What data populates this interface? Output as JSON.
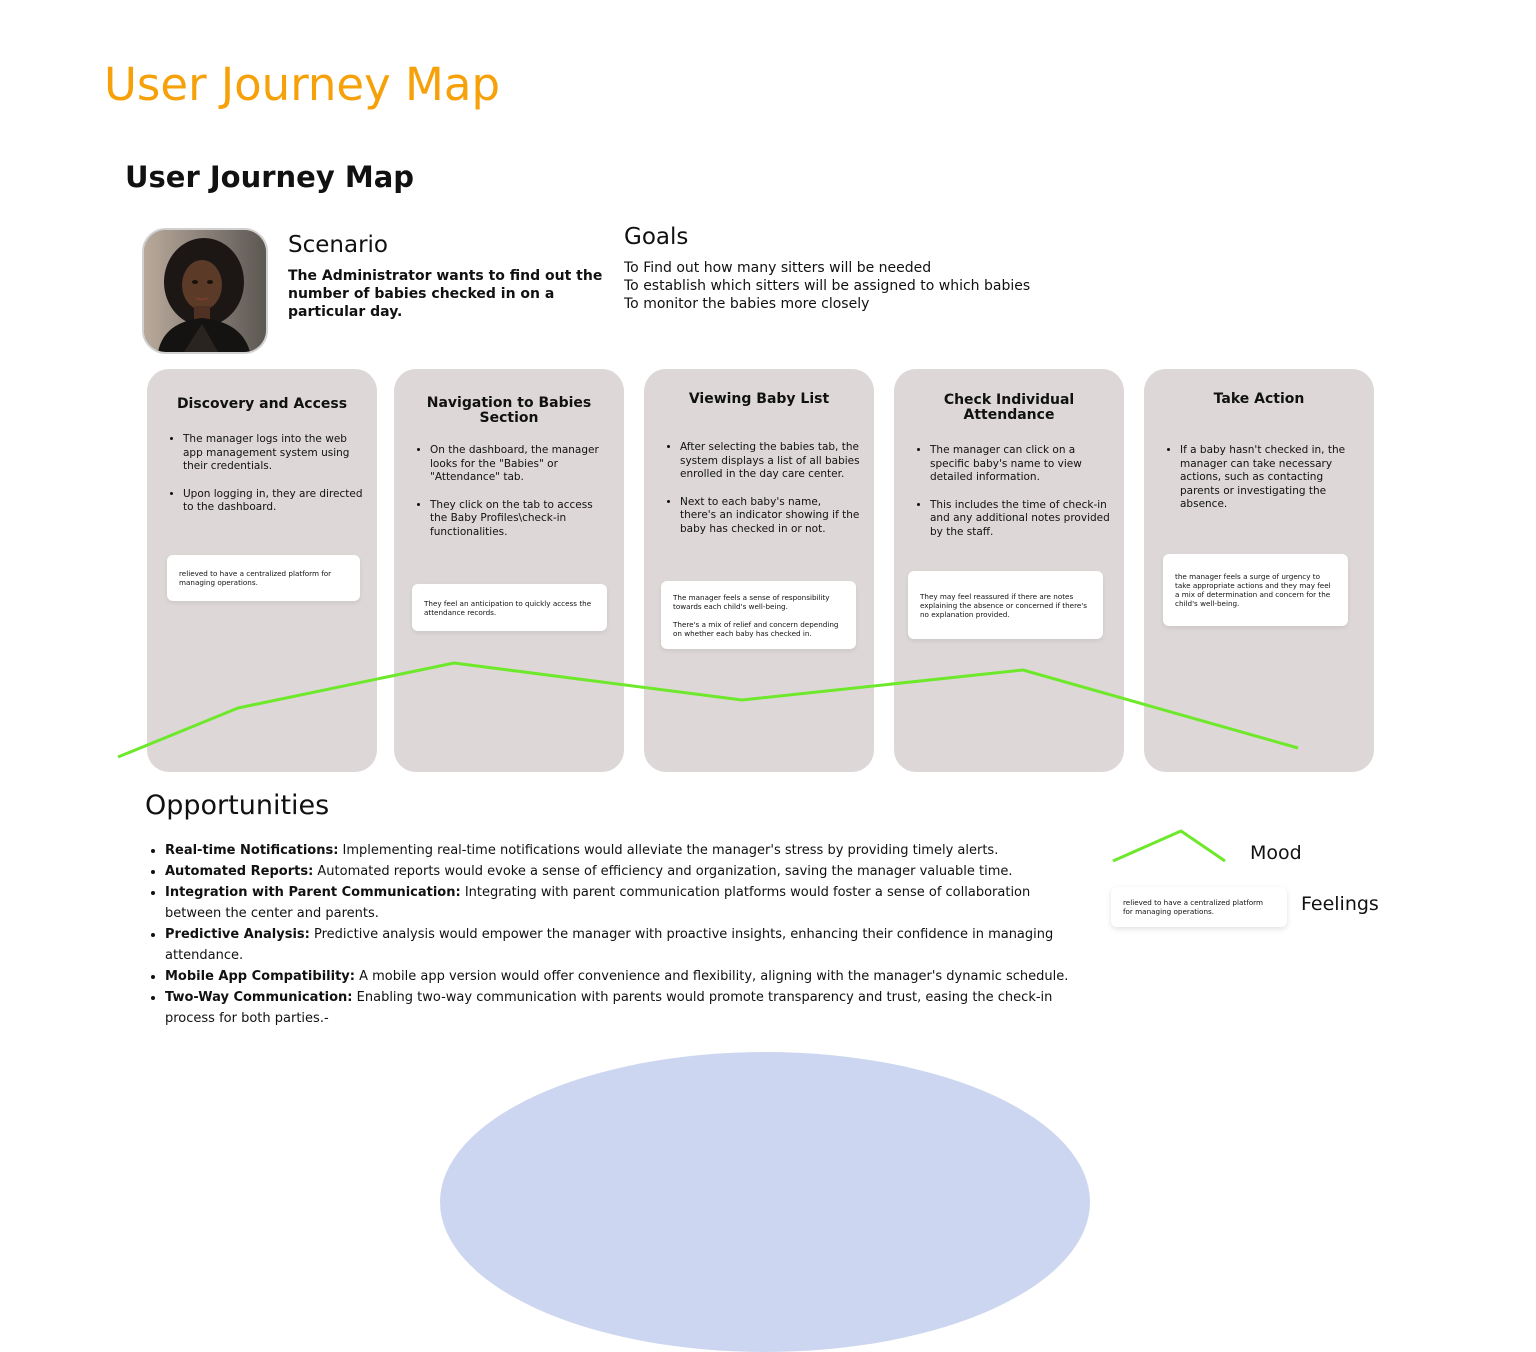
{
  "header": {
    "main_title": "User Journey Map",
    "subtitle": "User Journey Map"
  },
  "persona": {
    "avatar_icon": "woman-portrait-photo"
  },
  "scenario": {
    "heading": "Scenario",
    "text": "The Administrator wants to find out the number of babies checked in on a particular day."
  },
  "goals": {
    "heading": "Goals",
    "items": [
      "To Find out how many sitters will be needed",
      "To establish which sitters will be assigned to which babies",
      "To monitor the babies more closely"
    ]
  },
  "stages": [
    {
      "title": "Discovery and Access",
      "bullets": [
        "The manager logs into the web app management system using their credentials.",
        "Upon logging in, they are directed to the dashboard."
      ],
      "feelings": [
        "relieved to have a centralized platform for managing operations."
      ]
    },
    {
      "title": "Navigation to Babies Section",
      "bullets": [
        "On the dashboard, the manager looks for the \"Babies\" or \"Attendance\" tab.",
        "They click on the tab to access the Baby Profiles\\check-in functionalities."
      ],
      "feelings": [
        "They feel an anticipation to quickly access the attendance records."
      ]
    },
    {
      "title": "Viewing Baby List",
      "bullets": [
        "After selecting the babies tab, the system displays a list of all babies enrolled in the day care center.",
        "Next to each baby's name, there's an indicator showing if the baby has checked in or not."
      ],
      "feelings": [
        "The manager feels a sense of responsibility towards each child's well-being.",
        "There's a mix of relief and concern depending on whether each baby has checked in."
      ]
    },
    {
      "title": "Check Individual Attendance",
      "bullets": [
        "The manager can click on a specific baby's name to view detailed information.",
        "This includes the time of check-in and any additional notes provided by the staff."
      ],
      "feelings": [
        "They may feel reassured if there are notes explaining the absence or concerned if there's no explanation provided."
      ]
    },
    {
      "title": "Take Action",
      "bullets": [
        "If a baby hasn't checked in, the manager can take necessary actions, such as contacting parents or investigating the absence."
      ],
      "feelings": [
        "the manager feels a surge of urgency to take appropriate actions and they may feel a mix of determination and concern for the child's well-being."
      ]
    }
  ],
  "mood_line": {
    "color": "#6ee82a"
  },
  "opportunities": {
    "heading": "Opportunities",
    "items": [
      {
        "label": "Real-time Notifications:",
        "text": " Implementing real-time notifications would alleviate the manager's stress by providing timely alerts."
      },
      {
        "label": "Automated Reports:",
        "text": " Automated reports would evoke a sense of efficiency and organization, saving the manager valuable time."
      },
      {
        "label": "Integration with Parent Communication:",
        "text": " Integrating with parent communication platforms would foster a sense of collaboration between the center and parents."
      },
      {
        "label": "Predictive Analysis:",
        "text": " Predictive analysis would empower the manager with proactive insights, enhancing their confidence in managing attendance."
      },
      {
        "label": "Mobile App Compatibility:",
        "text": " A mobile app version would offer convenience and flexibility, aligning with the manager's dynamic schedule."
      },
      {
        "label": "Two-Way Communication:",
        "text": " Enabling two-way communication with parents would promote transparency and trust, easing the check-in process for both parties.-"
      }
    ]
  },
  "legend": {
    "mood_label": "Mood",
    "feelings_label": "Feelings",
    "feelings_sample": "relieved to have a centralized platform for managing operations."
  },
  "colors": {
    "title_orange": "#f6a10a",
    "stage_bg": "#ddd8d7",
    "mood_green": "#6ee82a",
    "arc_blue": "#cdd6f0"
  }
}
